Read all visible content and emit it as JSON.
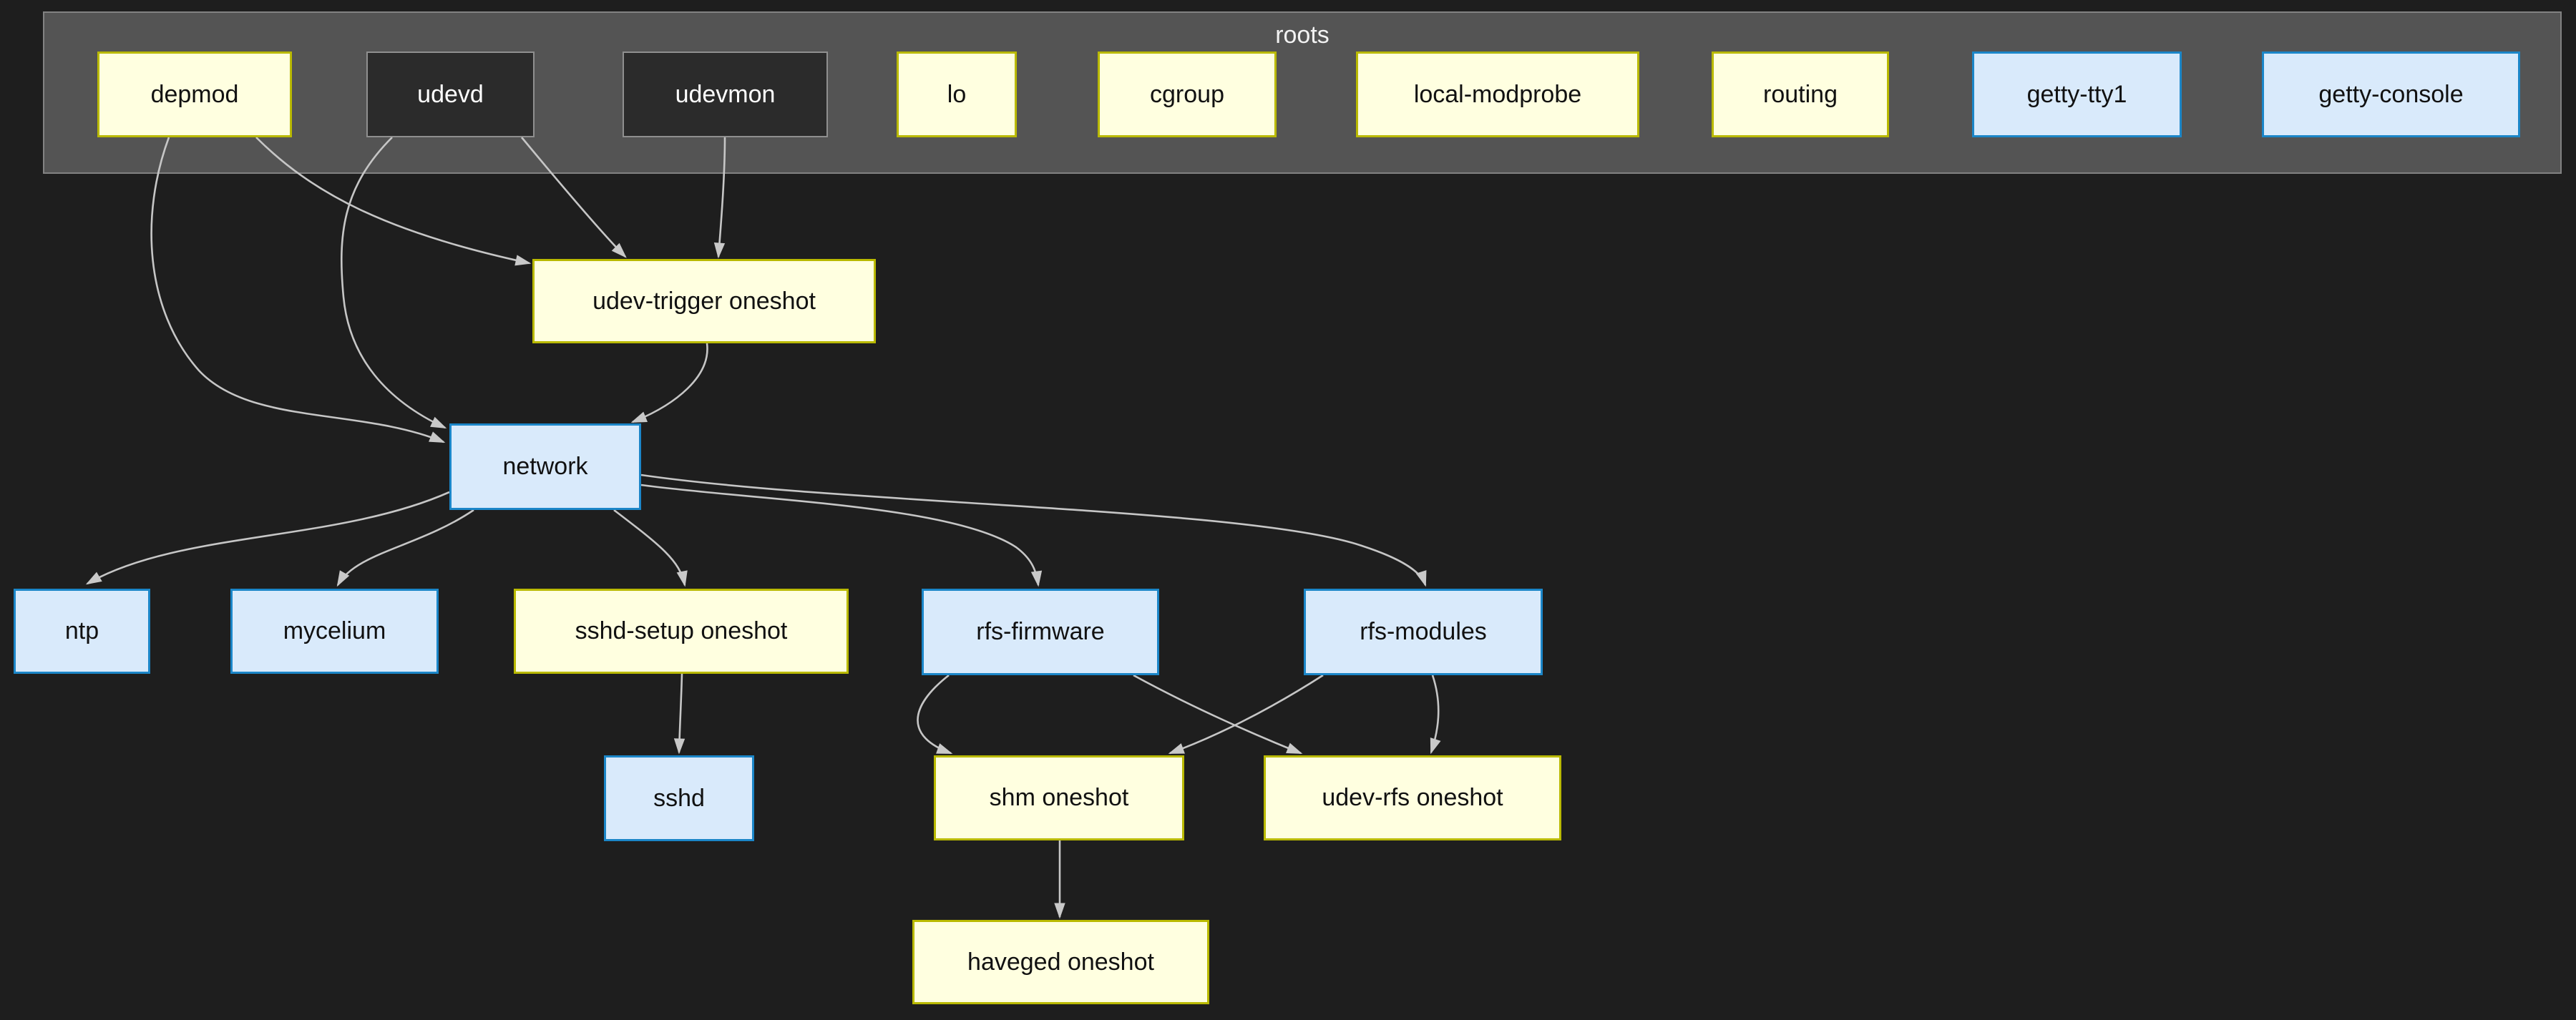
{
  "cluster": {
    "label": "roots"
  },
  "colors": {
    "background": "#1e1e1e",
    "cluster_fill": "#545454",
    "cluster_border": "#828282",
    "edge": "#c6c6c6",
    "oneshot_fill": "#ffffe0",
    "oneshot_border": "#b9b900",
    "service_fill": "#d9eafb",
    "service_border": "#1b86c8",
    "daemon_fill": "#2b2b2b",
    "daemon_border": "#8f8f8f"
  },
  "nodes": [
    {
      "id": "depmod",
      "label": "depmod",
      "kind": "oneshot",
      "in_cluster": true
    },
    {
      "id": "udevd",
      "label": "udevd",
      "kind": "daemon",
      "in_cluster": true
    },
    {
      "id": "udevmon",
      "label": "udevmon",
      "kind": "daemon",
      "in_cluster": true
    },
    {
      "id": "lo",
      "label": "lo",
      "kind": "oneshot",
      "in_cluster": true
    },
    {
      "id": "cgroup",
      "label": "cgroup",
      "kind": "oneshot",
      "in_cluster": true
    },
    {
      "id": "local-modprobe",
      "label": "local-modprobe",
      "kind": "oneshot",
      "in_cluster": true
    },
    {
      "id": "routing",
      "label": "routing",
      "kind": "oneshot",
      "in_cluster": true
    },
    {
      "id": "getty-tty1",
      "label": "getty-tty1",
      "kind": "service",
      "in_cluster": true
    },
    {
      "id": "getty-console",
      "label": "getty-console",
      "kind": "service",
      "in_cluster": true
    },
    {
      "id": "udev-trigger",
      "label": "udev-trigger oneshot",
      "kind": "oneshot",
      "in_cluster": false
    },
    {
      "id": "network",
      "label": "network",
      "kind": "service",
      "in_cluster": false
    },
    {
      "id": "ntp",
      "label": "ntp",
      "kind": "service",
      "in_cluster": false
    },
    {
      "id": "mycelium",
      "label": "mycelium",
      "kind": "service",
      "in_cluster": false
    },
    {
      "id": "sshd-setup",
      "label": "sshd-setup oneshot",
      "kind": "oneshot",
      "in_cluster": false
    },
    {
      "id": "rfs-firmware",
      "label": "rfs-firmware",
      "kind": "service",
      "in_cluster": false
    },
    {
      "id": "rfs-modules",
      "label": "rfs-modules",
      "kind": "service",
      "in_cluster": false
    },
    {
      "id": "sshd",
      "label": "sshd",
      "kind": "service",
      "in_cluster": false
    },
    {
      "id": "shm",
      "label": "shm oneshot",
      "kind": "oneshot",
      "in_cluster": false
    },
    {
      "id": "udev-rfs",
      "label": "udev-rfs oneshot",
      "kind": "oneshot",
      "in_cluster": false
    },
    {
      "id": "haveged",
      "label": "haveged oneshot",
      "kind": "oneshot",
      "in_cluster": false
    }
  ],
  "edges": [
    {
      "from": "depmod",
      "to": "udev-trigger"
    },
    {
      "from": "depmod",
      "to": "network"
    },
    {
      "from": "udevd",
      "to": "udev-trigger"
    },
    {
      "from": "udevd",
      "to": "network"
    },
    {
      "from": "udevmon",
      "to": "udev-trigger"
    },
    {
      "from": "udev-trigger",
      "to": "network"
    },
    {
      "from": "network",
      "to": "ntp"
    },
    {
      "from": "network",
      "to": "mycelium"
    },
    {
      "from": "network",
      "to": "sshd-setup"
    },
    {
      "from": "network",
      "to": "rfs-firmware"
    },
    {
      "from": "network",
      "to": "rfs-modules"
    },
    {
      "from": "sshd-setup",
      "to": "sshd"
    },
    {
      "from": "rfs-firmware",
      "to": "shm"
    },
    {
      "from": "rfs-firmware",
      "to": "udev-rfs"
    },
    {
      "from": "rfs-modules",
      "to": "shm"
    },
    {
      "from": "rfs-modules",
      "to": "udev-rfs"
    },
    {
      "from": "shm",
      "to": "haveged"
    }
  ]
}
